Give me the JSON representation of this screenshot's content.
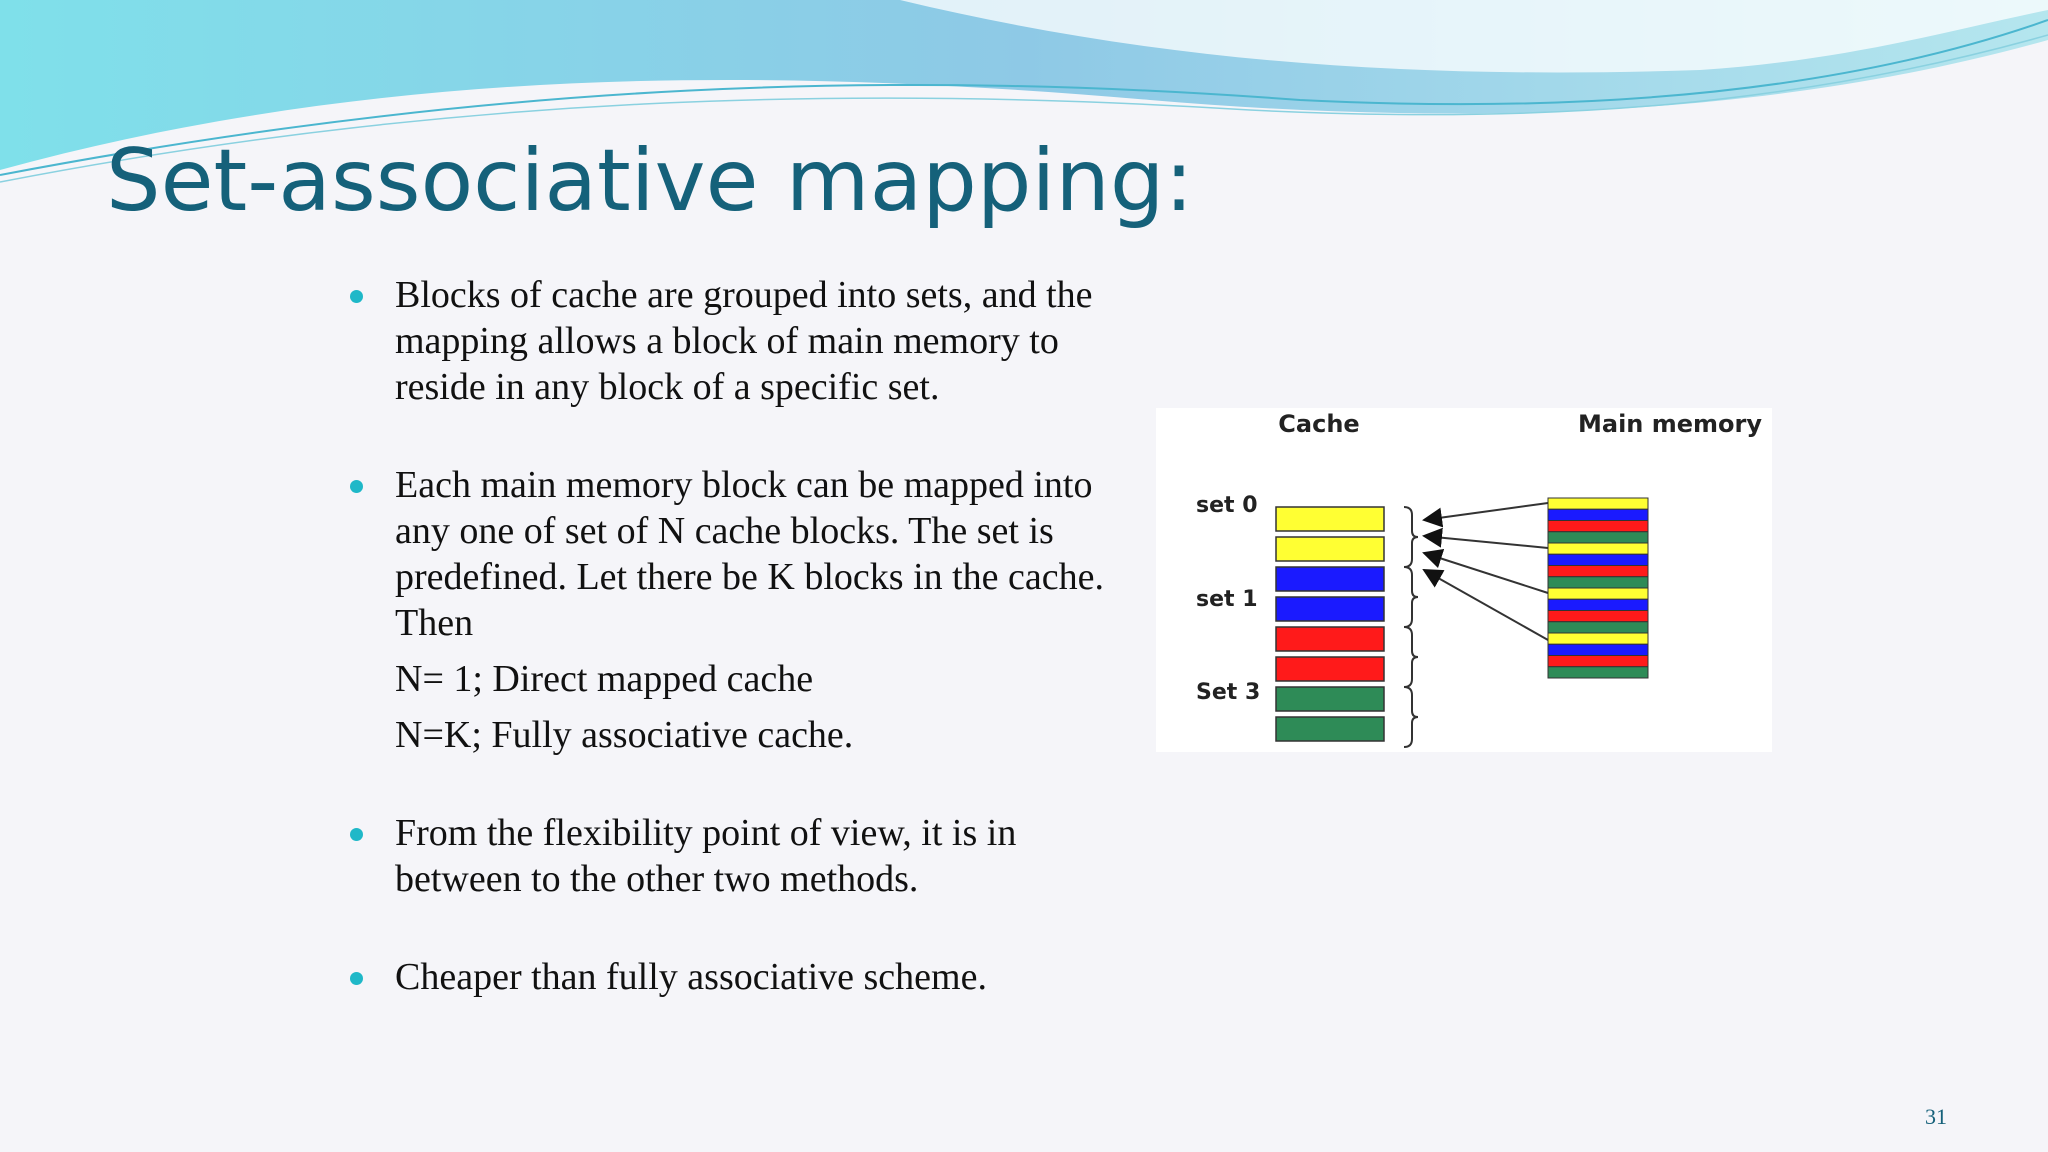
{
  "slide": {
    "title": "Set-associative mapping:",
    "page_number": "31"
  },
  "bullets": [
    {
      "text": "Blocks of cache are grouped into sets, and the mapping allows a block of main memory to reside in any block of a specific set."
    },
    {
      "text": "Each main memory block can be mapped into any one of set of N cache blocks. The set is predefined. Let there be K blocks in the cache. Then",
      "sublines": [
        "N= 1; Direct mapped cache",
        "N=K; Fully associative cache."
      ]
    },
    {
      "text": "From the flexibility point of view, it is in between to the other two methods."
    },
    {
      "text": "Cheaper than fully associative scheme."
    }
  ],
  "figure": {
    "cache_label": "Cache",
    "memory_label": "Main memory",
    "set_labels": [
      "set 0",
      "set 1",
      "Set 3"
    ],
    "colors": {
      "yellow": "#ffff33",
      "blue": "#1a1aff",
      "red": "#ff1a1a",
      "green": "#2e8b57"
    },
    "cache_blocks": [
      "yellow",
      "yellow",
      "blue",
      "blue",
      "red",
      "red",
      "green",
      "green"
    ],
    "memory_blocks": [
      "yellow",
      "blue",
      "red",
      "green",
      "yellow",
      "blue",
      "red",
      "green",
      "yellow",
      "blue",
      "red",
      "green",
      "yellow",
      "blue",
      "red",
      "green"
    ]
  }
}
